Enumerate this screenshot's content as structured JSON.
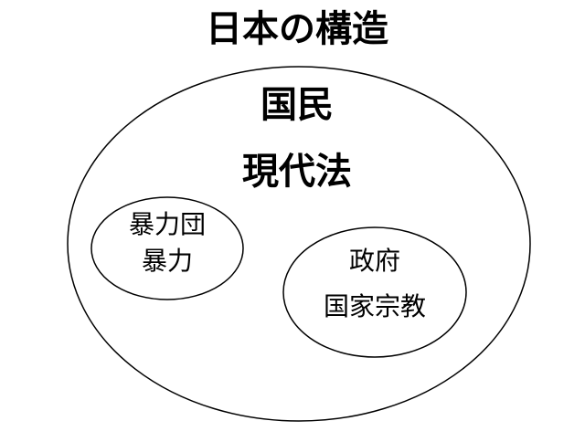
{
  "diagram": {
    "title": "日本の構造",
    "outer": {
      "lines": [
        "国民",
        "現代法"
      ]
    },
    "left_inner": {
      "lines": [
        "暴力団",
        "暴力"
      ]
    },
    "right_inner": {
      "lines": [
        "政府",
        "国家宗教"
      ]
    },
    "colors": {
      "stroke": "#000000",
      "background": "#ffffff",
      "text": "#000000"
    }
  }
}
